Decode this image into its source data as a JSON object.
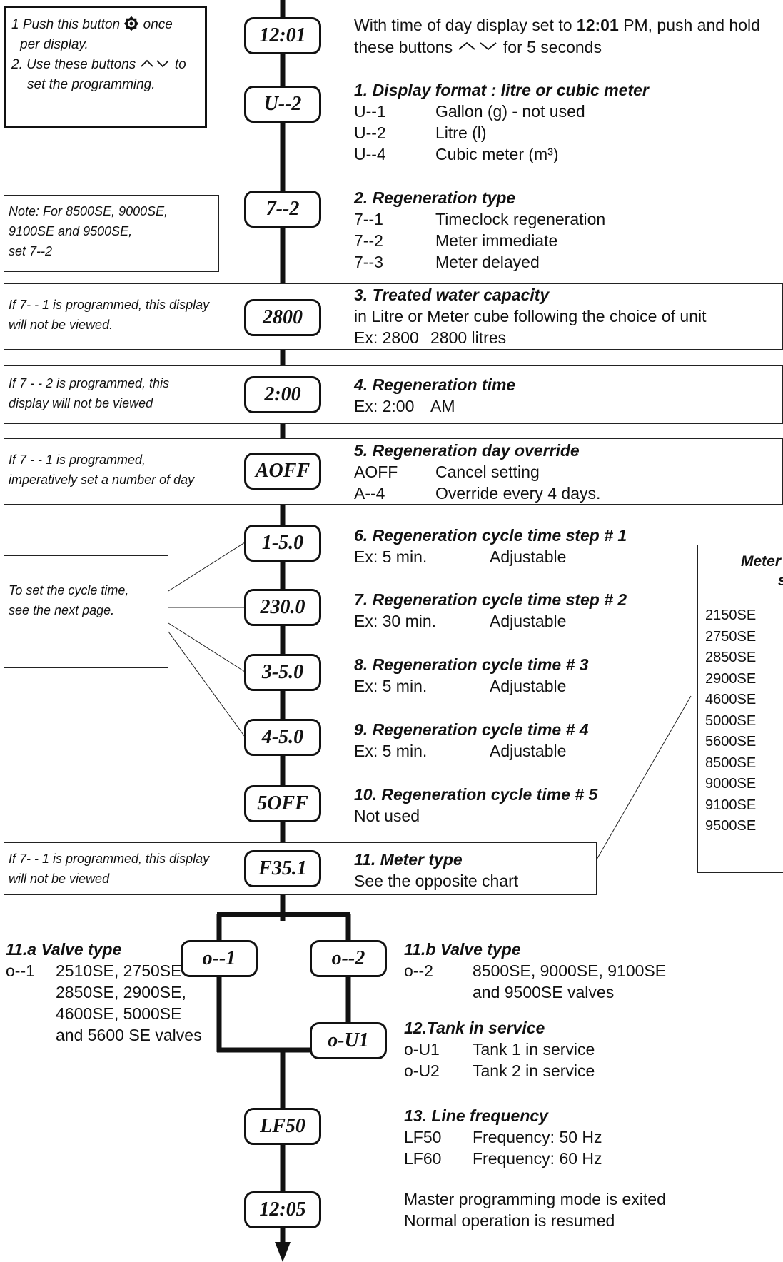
{
  "instruction_box": {
    "line1": "1 Push this button",
    "line1_end": "once",
    "line2": "per display.",
    "line3": "2. Use these buttons",
    "line3_end": "to",
    "line4": "set the programming.",
    "gear_icon": "gear-icon",
    "arrows_icon": "up-down-arrows-icon"
  },
  "displays": {
    "d0": "12:01",
    "d1": "U--2",
    "d2": "7--2",
    "d3": "2800",
    "d4": "2:00",
    "d5": "AOFF",
    "d6": "1-5.0",
    "d7": "230.0",
    "d8": "3-5.0",
    "d9": "4-5.0",
    "d10": "5OFF",
    "d11": "F35.1",
    "d11a": "o--1",
    "d11b": "o--2",
    "d12": "o-U1",
    "d13": "LF50",
    "d14": "12:05"
  },
  "intro": {
    "line1_a": "With time of day display set to ",
    "line1_bold": "12:01",
    "line1_b": " PM, push and hold",
    "line2_a": "these buttons",
    "line2_b": "for 5 seconds"
  },
  "sections": {
    "s1": {
      "title": "1. Display format : litre or cubic meter",
      "rows": [
        {
          "code": "U--1",
          "desc": "Gallon (g) - not used"
        },
        {
          "code": "U--2",
          "desc": "Litre (l)"
        },
        {
          "code": "U--4",
          "desc": "Cubic meter (m³)"
        }
      ]
    },
    "s2": {
      "title": "2. Regeneration type",
      "rows": [
        {
          "code": "7--1",
          "desc": "Timeclock regeneration"
        },
        {
          "code": "7--2",
          "desc": "Meter immediate"
        },
        {
          "code": "7--3",
          "desc": "Meter delayed"
        }
      ]
    },
    "s3": {
      "title": "3. Treated water capacity",
      "line": "in Litre or Meter cube following the choice of unit",
      "ex_a": "Ex: 2800",
      "ex_b": "2800 litres"
    },
    "s4": {
      "title": "4. Regeneration time",
      "ex_a": "Ex: 2:00",
      "ex_b": "AM"
    },
    "s5": {
      "title": "5. Regeneration day override",
      "rows": [
        {
          "code": "AOFF",
          "desc": "Cancel setting"
        },
        {
          "code": "A--4",
          "desc": "Override every 4 days."
        }
      ]
    },
    "s6": {
      "title": "6. Regeneration cycle time step # 1",
      "ex_a": "Ex: 5 min.",
      "ex_b": "Adjustable"
    },
    "s7": {
      "title": "7. Regeneration cycle time step # 2",
      "ex_a": "Ex: 30 min.",
      "ex_b": "Adjustable"
    },
    "s8": {
      "title": "8. Regeneration cycle time # 3",
      "ex_a": "Ex: 5 min.",
      "ex_b": "Adjustable"
    },
    "s9": {
      "title": "9. Regeneration cycle time # 4",
      "ex_a": "Ex: 5 min.",
      "ex_b": "Adjustable"
    },
    "s10": {
      "title": "10. Regeneration cycle time # 5",
      "line": "Not used"
    },
    "s11": {
      "title": "11. Meter type",
      "line": "See the opposite chart"
    },
    "s11a": {
      "title": "11.a Valve type",
      "code": "o--1",
      "l1": "2510SE, 2750SE",
      "l2": "2850SE, 2900SE,",
      "l3": "4600SE, 5000SE",
      "l4": "and 5600 SE valves"
    },
    "s11b": {
      "title": "11.b Valve type",
      "code": "o--2",
      "l1": "8500SE, 9000SE, 9100SE",
      "l2": "and 9500SE valves"
    },
    "s12": {
      "title": "12.Tank in service",
      "rows": [
        {
          "code": "o-U1",
          "desc": "Tank 1 in service"
        },
        {
          "code": "o-U2",
          "desc": "Tank 2 in service"
        }
      ]
    },
    "s13": {
      "title": "13. Line frequency",
      "rows": [
        {
          "code": "LF50",
          "desc": "Frequency: 50 Hz"
        },
        {
          "code": "LF60",
          "desc": "Frequency: 60 Hz"
        }
      ]
    },
    "exit": {
      "l1": "Master programming mode is exited",
      "l2": "Normal operation is resumed"
    }
  },
  "notes": {
    "n1": [
      "Note: For 8500SE, 9000SE,",
      "9100SE and 9500SE,",
      "set 7--2"
    ],
    "n2": [
      "If 7- - 1 is programmed, this display",
      "will not be viewed."
    ],
    "n3": [
      "If 7 - - 2 is programmed, this",
      "display will not be viewed"
    ],
    "n4": [
      "If 7 - - 1 is programmed,",
      "imperatively set a number of day"
    ],
    "n5": [
      "To set the cycle time,",
      "see the next page."
    ],
    "n6": [
      "If 7- - 1 is programmed, this display",
      "will not be viewed"
    ]
  },
  "meter_chart": {
    "head1": "Meter",
    "head2": "se",
    "models": [
      "2150SE",
      "2750SE",
      "2850SE",
      "2900SE",
      "4600SE",
      "5000SE",
      "5600SE",
      "8500SE",
      "9000SE",
      "9100SE",
      "9500SE"
    ]
  }
}
